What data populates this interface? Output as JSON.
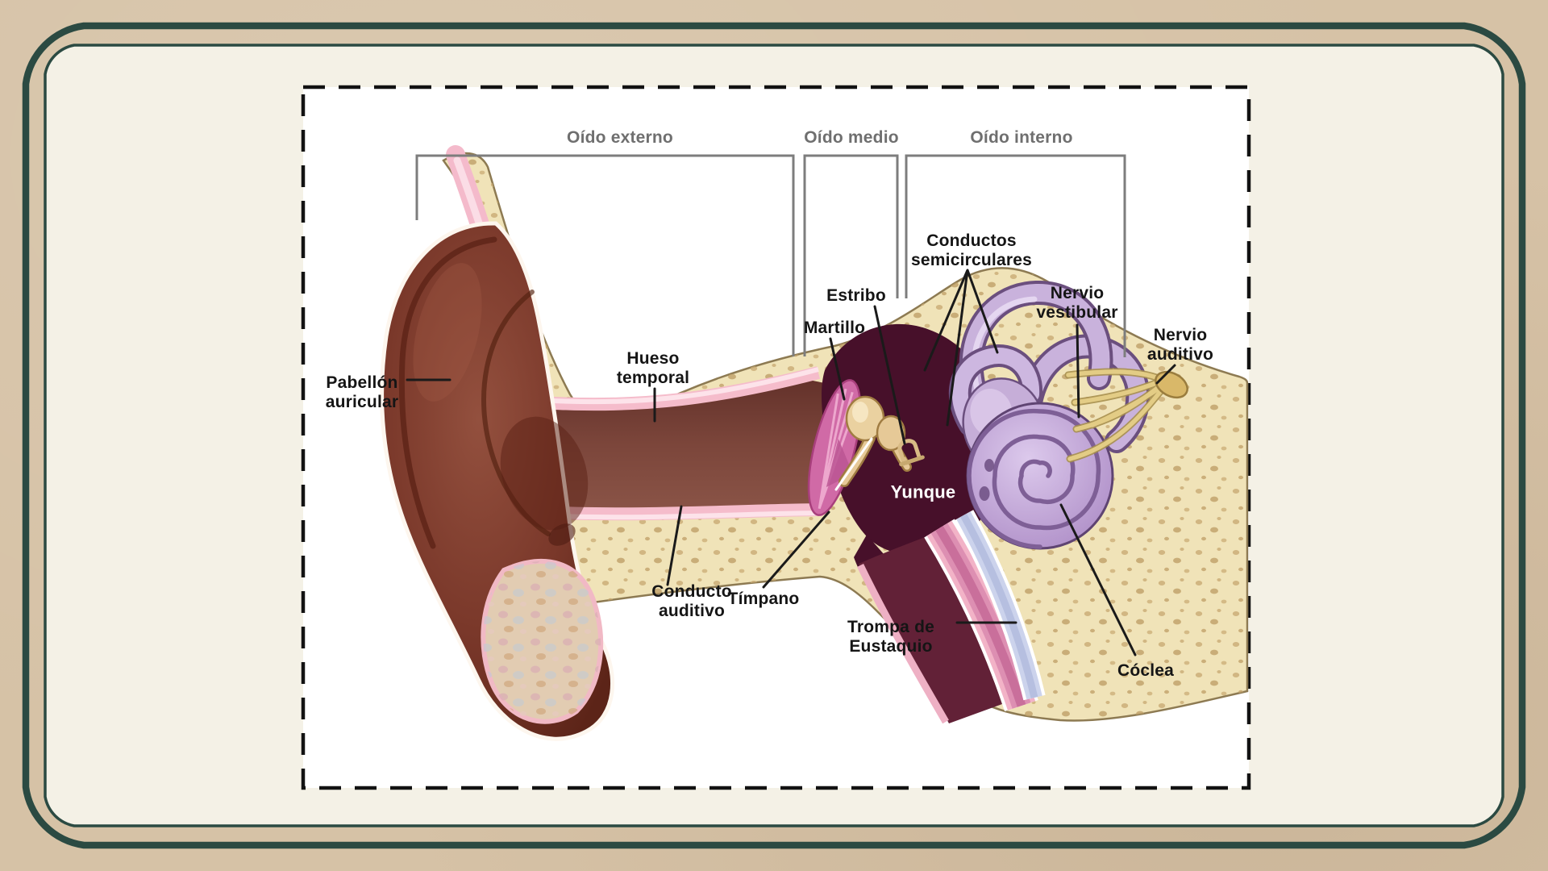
{
  "slide": {
    "page_background": "#d6c2a6",
    "frame_color": "#2b4a42",
    "mat_color": "#f4f1e6",
    "panel_background": "#ffffff",
    "panel_border_style": "black dashed"
  },
  "diagram": {
    "subject": "anatomy of the human ear (Spanish labels)",
    "region_labels": [
      {
        "label": "Oído externo"
      },
      {
        "label": "Oído medio"
      },
      {
        "label": "Oído interno"
      }
    ],
    "part_labels": [
      {
        "id": "pabellon-auricular",
        "text": "Pabellón\nauricular"
      },
      {
        "id": "hueso-temporal",
        "text": "Hueso\ntemporal"
      },
      {
        "id": "conducto-auditivo",
        "text": "Conducto\nauditivo"
      },
      {
        "id": "timpano",
        "text": "Tímpano"
      },
      {
        "id": "trompa-de-eustaquio",
        "text": "Trompa de\nEustaquio"
      },
      {
        "id": "coclea",
        "text": "Cóclea"
      },
      {
        "id": "yunque",
        "text": "Yunque"
      },
      {
        "id": "martillo",
        "text": "Martillo"
      },
      {
        "id": "estribo",
        "text": "Estribo"
      },
      {
        "id": "conductos-semicirculares",
        "text": "Conductos\nsemicirculares"
      },
      {
        "id": "nervio-vestibular",
        "text": "Nervio\nvestibular"
      },
      {
        "id": "nervio-auditivo",
        "text": "Nervio\nauditivo"
      }
    ],
    "colors": {
      "bone": "#f0e3b8",
      "bone_speckle": "#c9ab74",
      "outer_ear": "#7e3a2c",
      "skin_band": "#f4bacb",
      "middle_ear_cavity": "#47102a",
      "eardrum": "#d06aa6",
      "ossicles": "#e6c997",
      "labyrinth": "#c9b2dc",
      "cochlea": "#bfa3d4",
      "nerve": "#e3cc85",
      "eustachian_tube_pink": "#dd8fb2",
      "eustachian_tube_blue": "#ccd3ec",
      "label_text": "#151515",
      "region_label_text": "#6f6f6f",
      "bracket_line": "#7d7d7d"
    }
  }
}
